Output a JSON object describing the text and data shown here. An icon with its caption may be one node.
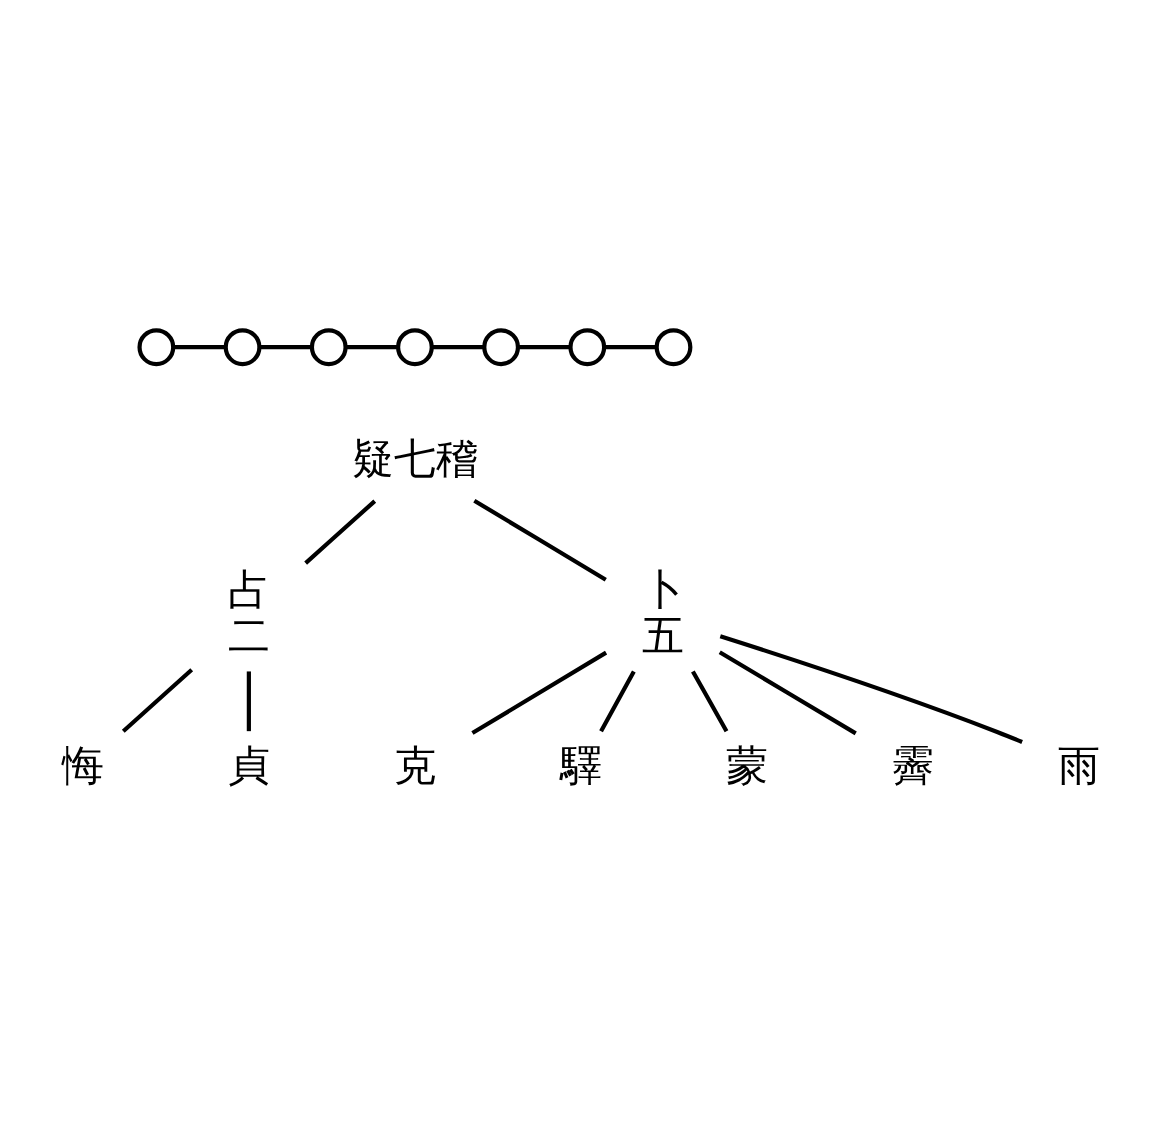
{
  "diagram": {
    "nodes": [
      {
        "text": [],
        "shape": "circle"
      },
      {
        "text": [],
        "shape": "circle"
      },
      {
        "text": [],
        "shape": "circle"
      },
      {
        "text": [],
        "shape": "circle"
      },
      {
        "text": [],
        "shape": "circle"
      },
      {
        "text": [],
        "shape": "circle"
      },
      {
        "text": [],
        "shape": "circle"
      },
      {
        "text": [
          "疑七稽"
        ]
      },
      {
        "text": [
          "占",
          "二"
        ]
      },
      {
        "text": [
          "卜",
          "五"
        ]
      },
      {
        "text": [
          "悔"
        ]
      },
      {
        "text": [
          "貞"
        ]
      },
      {
        "text": [
          "克"
        ]
      },
      {
        "text": [
          "驛"
        ]
      },
      {
        "text": [
          "蒙"
        ]
      },
      {
        "text": [
          "霽"
        ]
      },
      {
        "text": [
          "雨"
        ]
      }
    ],
    "edges": [
      {
        "from": 0,
        "to": 1,
        "arrow": "none"
      },
      {
        "from": 1,
        "to": 2,
        "arrow": "none"
      },
      {
        "from": 2,
        "to": 3,
        "arrow": "none"
      },
      {
        "from": 3,
        "to": 4,
        "arrow": "none"
      },
      {
        "from": 4,
        "to": 5,
        "arrow": "none"
      },
      {
        "from": 5,
        "to": 6,
        "arrow": "none"
      },
      {
        "from": 7,
        "to": 8,
        "arrow": "none"
      },
      {
        "from": 7,
        "to": 9,
        "arrow": "none"
      },
      {
        "from": 8,
        "to": 10,
        "arrow": "none"
      },
      {
        "from": 8,
        "to": 11,
        "arrow": "none"
      },
      {
        "from": 9,
        "to": 12,
        "arrow": "none"
      },
      {
        "from": 9,
        "to": 13,
        "arrow": "none"
      },
      {
        "from": 9,
        "to": 14,
        "arrow": "none"
      },
      {
        "from": 9,
        "to": 15,
        "arrow": "none"
      },
      {
        "from": 9,
        "to": 16,
        "arrow": "none"
      }
    ]
  }
}
